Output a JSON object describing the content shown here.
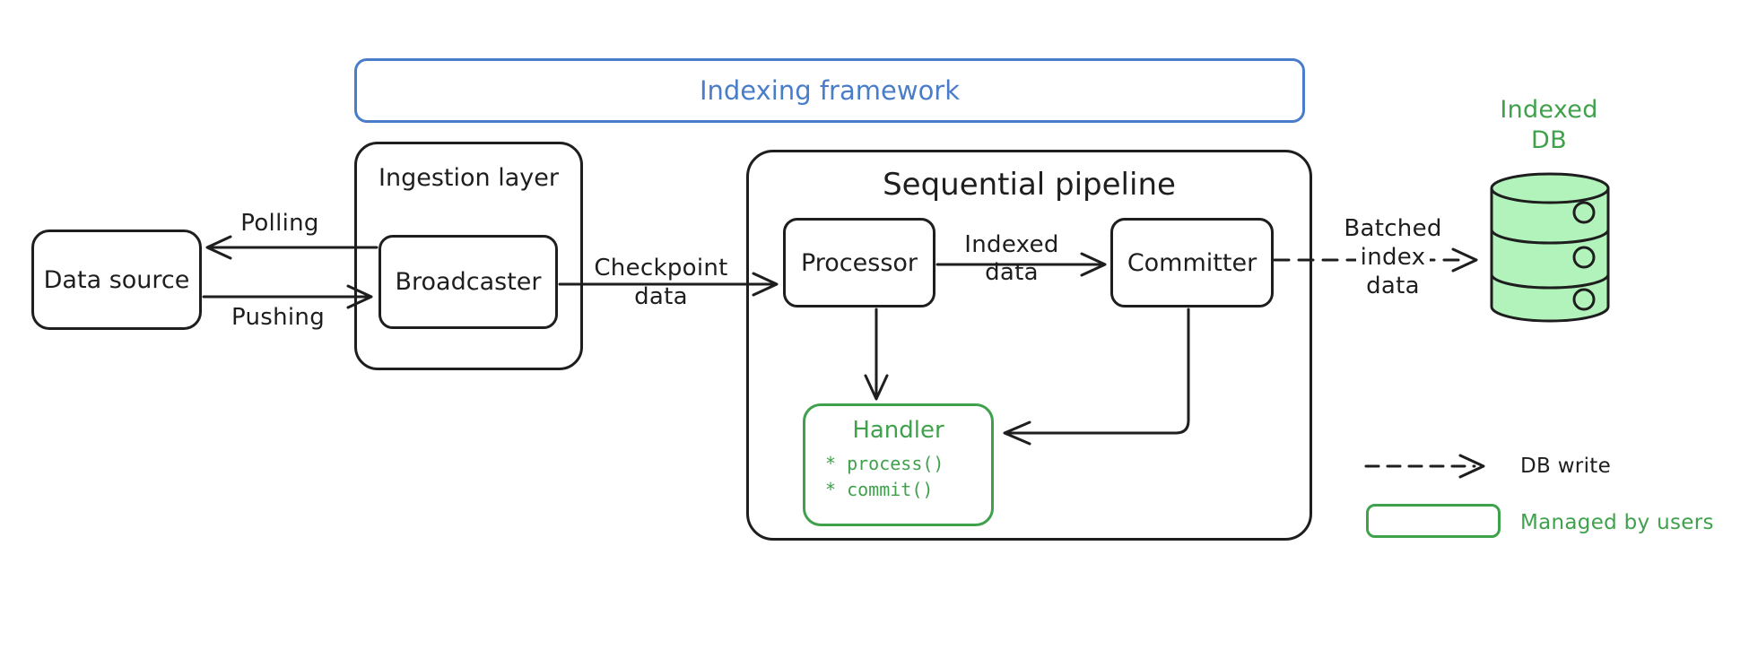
{
  "colors": {
    "ink": "#1e1e1e",
    "blue": "#4a7dc9",
    "green": "#3fa14c",
    "green_fill": "#b2f2bb",
    "background": "#ffffff"
  },
  "frames": {
    "indexing_framework": {
      "label": "Indexing framework"
    },
    "ingestion_layer": {
      "label": "Ingestion layer"
    },
    "sequential_pipeline": {
      "label": "Sequential pipeline"
    }
  },
  "nodes": {
    "data_source": {
      "label": "Data source"
    },
    "broadcaster": {
      "label": "Broadcaster"
    },
    "processor": {
      "label": "Processor"
    },
    "committer": {
      "label": "Committer"
    },
    "handler": {
      "label": "Handler",
      "methods": [
        "* process()",
        "* commit()"
      ]
    },
    "indexed_db": {
      "label_line1": "Indexed",
      "label_line2": "DB"
    }
  },
  "edges": {
    "polling": {
      "label": "Polling"
    },
    "pushing": {
      "label": "Pushing"
    },
    "checkpoint": {
      "label_line1": "Checkpoint",
      "label_line2": "data"
    },
    "indexed_data": {
      "label_line1": "Indexed",
      "label_line2": "data"
    },
    "batched_index": {
      "label_line1": "Batched",
      "label_line2": "index",
      "label_line3": "data"
    }
  },
  "legend": {
    "db_write": "DB write",
    "managed_by_users": "Managed by users"
  }
}
